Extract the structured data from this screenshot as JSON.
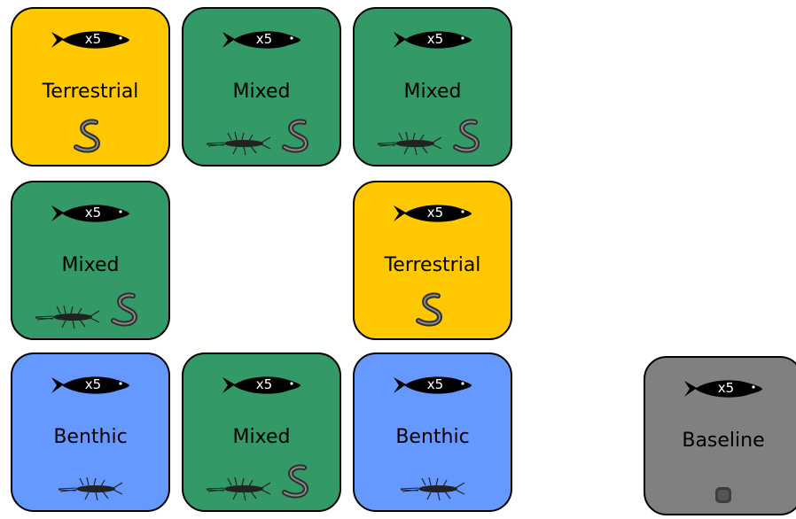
{
  "tiles": [
    {
      "label": "Terrestrial",
      "fish_count": "x5"
    },
    {
      "label": "Mixed",
      "fish_count": "x5"
    },
    {
      "label": "Mixed",
      "fish_count": "x5"
    },
    {
      "label": "Mixed",
      "fish_count": "x5"
    },
    {
      "label": "Terrestrial",
      "fish_count": "x5"
    },
    {
      "label": "Benthic",
      "fish_count": "x5"
    },
    {
      "label": "Mixed",
      "fish_count": "x5"
    },
    {
      "label": "Benthic",
      "fish_count": "x5"
    },
    {
      "label": "Baseline",
      "fish_count": "x5"
    }
  ],
  "colors": {
    "terrestrial": "#ffc800",
    "mixed": "#339966",
    "benthic": "#6699ff",
    "baseline": "#808080"
  },
  "icons": [
    "fish-icon",
    "earthworm-icon",
    "mayfly-larva-icon",
    "pellet-icon"
  ]
}
